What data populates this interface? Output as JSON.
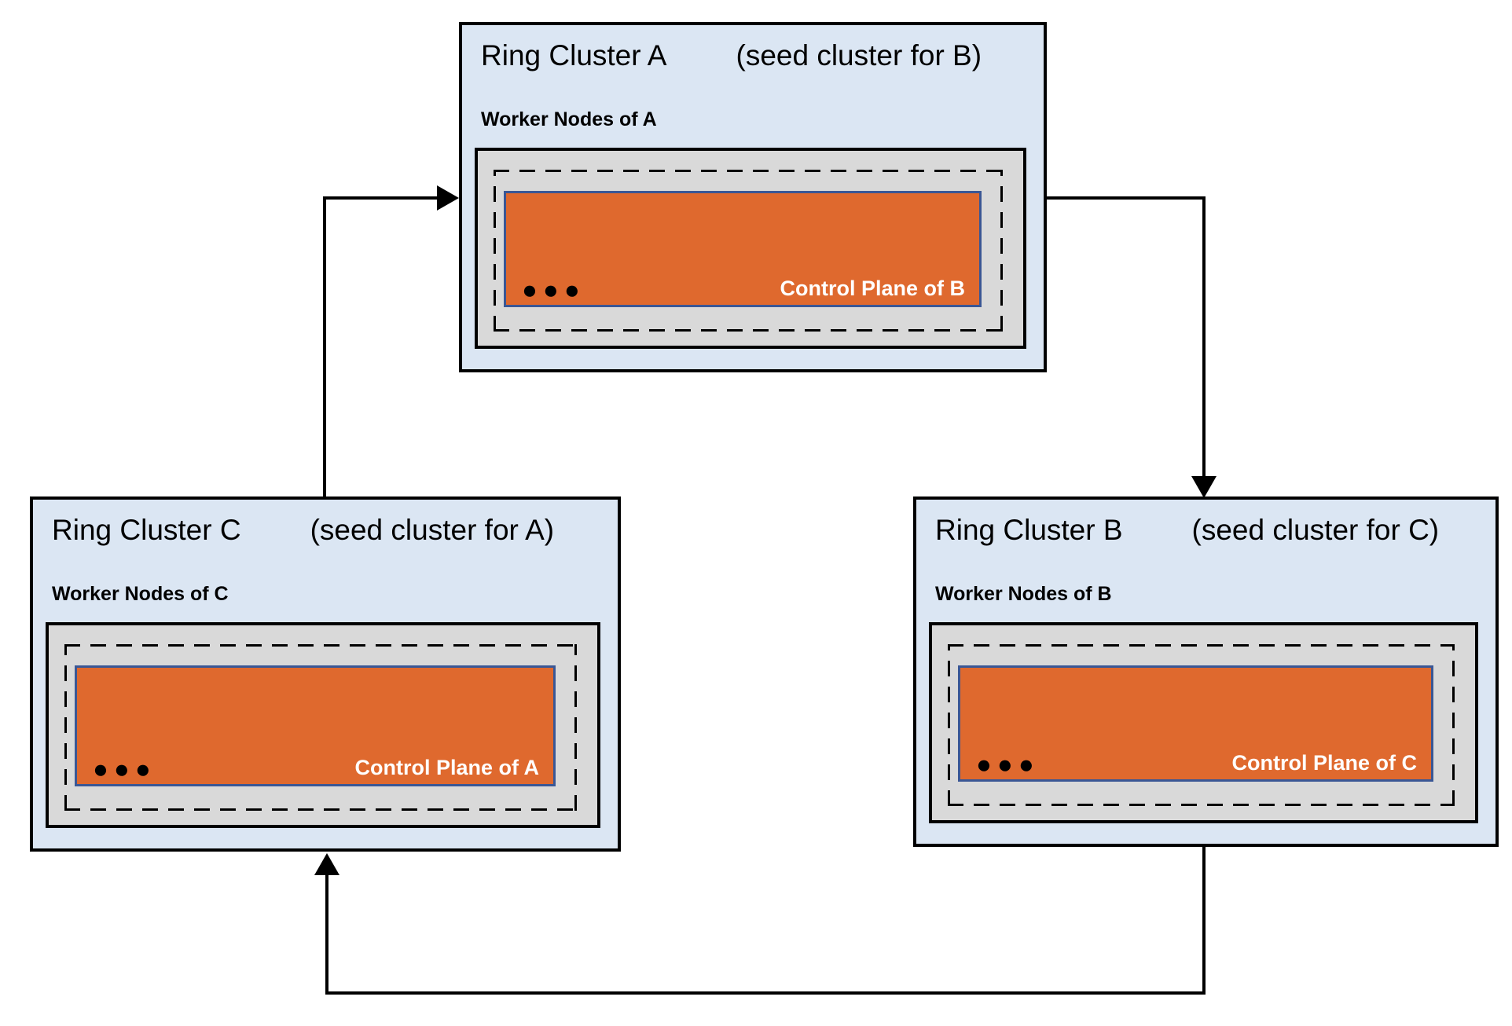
{
  "diagram": {
    "description": "Ring of three Gardener-style clusters, each hosting the control plane of the next cluster",
    "colors": {
      "cluster_fill": "#dbe6f3",
      "worker_box_fill": "#d9d9d9",
      "control_plane_fill": "#df692e",
      "control_plane_border": "#3a5795",
      "line_color": "#000000"
    },
    "clusters": [
      {
        "id": "A",
        "title": "Ring Cluster A",
        "seed_note": "(seed cluster for B)",
        "worker_label": "Worker Nodes of A",
        "dots": "●●●",
        "control_plane_label": "Control Plane of B"
      },
      {
        "id": "B",
        "title": "Ring Cluster B",
        "seed_note": "(seed cluster for C)",
        "worker_label": "Worker Nodes of B",
        "dots": "●●●",
        "control_plane_label": "Control Plane of C"
      },
      {
        "id": "C",
        "title": "Ring Cluster C",
        "seed_note": "(seed cluster for A)",
        "worker_label": "Worker Nodes of C",
        "dots": "●●●",
        "control_plane_label": "Control Plane of A"
      }
    ],
    "arrows": [
      {
        "from": "C",
        "to": "A"
      },
      {
        "from": "A",
        "to": "B"
      },
      {
        "from": "B",
        "to": "C"
      }
    ]
  }
}
